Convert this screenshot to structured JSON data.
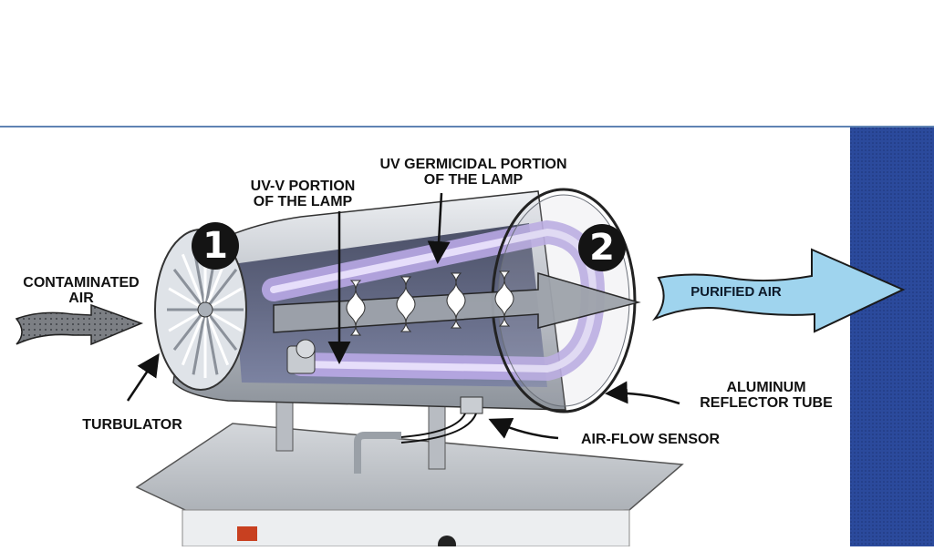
{
  "labels": {
    "uv_germicidal": [
      "UV GERMICIDAL PORTION",
      "OF THE LAMP"
    ],
    "uv_v": [
      "UV-V PORTION",
      "OF THE LAMP"
    ],
    "contaminated_air": [
      "CONTAMINATED",
      "AIR"
    ],
    "purified_air": "PURIFIED AIR",
    "aluminum_reflector": [
      "ALUMINUM",
      "REFLECTOR TUBE"
    ],
    "turbulator": "TURBULATOR",
    "air_flow_sensor": "AIR-FLOW SENSOR"
  },
  "markers": [
    "1",
    "2"
  ],
  "colors": {
    "side_panel": "#2b4a9c",
    "top_rule": "#2a5a9a",
    "arrow_fill": "#9fd4ee",
    "lamp_glow": "#b9a8e6",
    "tube_metal": "#c9cdd3"
  }
}
